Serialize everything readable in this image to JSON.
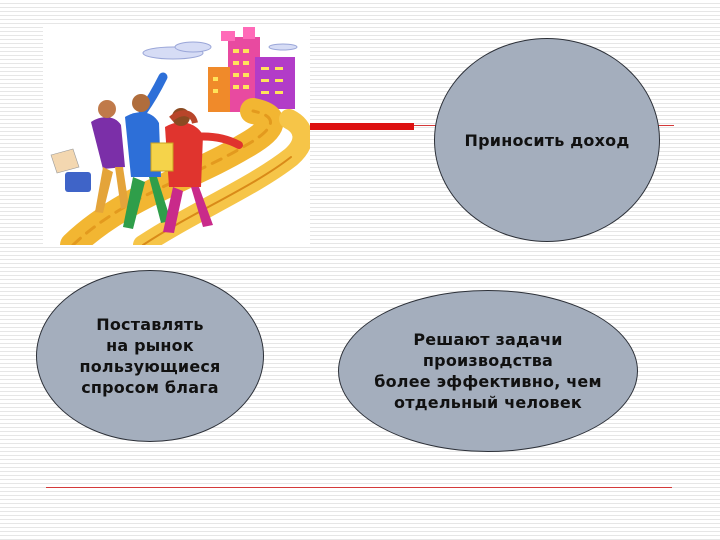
{
  "slide": {
    "illustration_icon": "people-walking-to-city-icon",
    "bubbles": {
      "income": "Приносить доход",
      "market": "Поставлять\nна рынок\nпользующиеся\nспросом блага",
      "tasks": "Решают задачи\nпроизводства\nболее эффективно, чем\nотдельный человек"
    }
  },
  "colors": {
    "bubble_fill": "#a4aebd",
    "accent_red": "#dd1111"
  }
}
